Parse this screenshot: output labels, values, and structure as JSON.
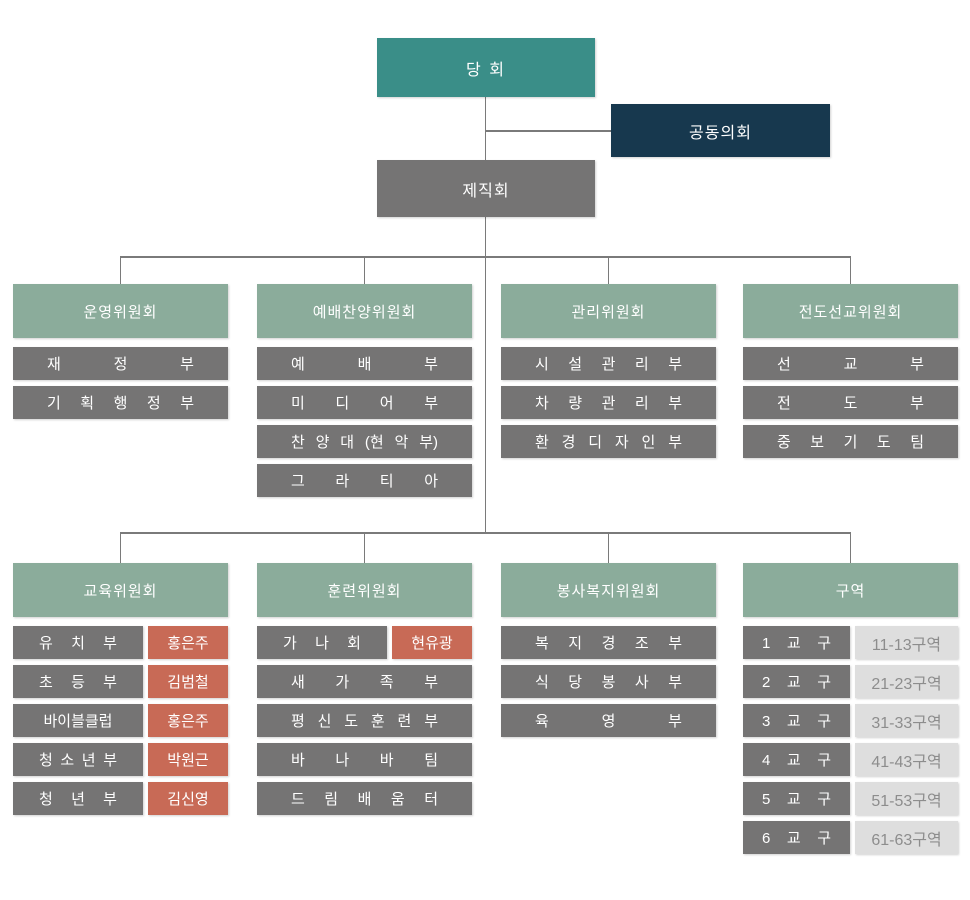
{
  "palette": {
    "teal": "#3a8e88",
    "navy": "#17384e",
    "gray": "#757474",
    "green": "#8bac9b",
    "salmon": "#c86a56",
    "lightgray": "#dedede",
    "tagtext": "#8d8d8d",
    "line": "#7a7a7a"
  },
  "top": {
    "danghoe": "당 회",
    "gongdong_uihoe": "공동의회",
    "jejikhoe": "제직회"
  },
  "row1": [
    {
      "name": "운영위원회",
      "items": [
        {
          "label": "재 정 부"
        },
        {
          "label": "기 획 행 정 부"
        }
      ]
    },
    {
      "name": "예배찬양위원회",
      "items": [
        {
          "label": "예 배 부"
        },
        {
          "label": "미 디 어 부"
        },
        {
          "label": "찬 양 대 (현 악 부)"
        },
        {
          "label": "그 라 티 아"
        }
      ]
    },
    {
      "name": "관리위원회",
      "items": [
        {
          "label": "시 설 관 리 부"
        },
        {
          "label": "차 량 관 리 부"
        },
        {
          "label": "환 경 디 자 인 부"
        }
      ]
    },
    {
      "name": "전도선교위원회",
      "items": [
        {
          "label": "선 교 부"
        },
        {
          "label": "전 도 부"
        },
        {
          "label": "중 보 기 도 팀"
        }
      ]
    }
  ],
  "row2": [
    {
      "name": "교육위원회",
      "items": [
        {
          "label": "유 치 부",
          "tag": "홍은주"
        },
        {
          "label": "초 등 부",
          "tag": "김범철"
        },
        {
          "label": "바이블클럽",
          "tag": "홍은주"
        },
        {
          "label": "청 소 년 부",
          "tag": "박원근"
        },
        {
          "label": "청 년 부",
          "tag": "김신영"
        }
      ]
    },
    {
      "name": "훈련위원회",
      "items": [
        {
          "label": "가 나 회",
          "tag": "현유광"
        },
        {
          "label": "새 가 족 부"
        },
        {
          "label": "평 신 도 훈 련 부"
        },
        {
          "label": "바 나 바 팀"
        },
        {
          "label": "드 림 배 움 터"
        }
      ]
    },
    {
      "name": "봉사복지위원회",
      "items": [
        {
          "label": "복 지 경 조 부"
        },
        {
          "label": "식 당 봉 사 부"
        },
        {
          "label": "육 영 부"
        }
      ]
    },
    {
      "name": "구역",
      "items": [
        {
          "label": "1 교 구",
          "tag": "11-13구역"
        },
        {
          "label": "2 교 구",
          "tag": "21-23구역"
        },
        {
          "label": "3 교 구",
          "tag": "31-33구역"
        },
        {
          "label": "4 교 구",
          "tag": "41-43구역"
        },
        {
          "label": "5 교 구",
          "tag": "51-53구역"
        },
        {
          "label": "6 교 구",
          "tag": "61-63구역"
        }
      ]
    }
  ]
}
